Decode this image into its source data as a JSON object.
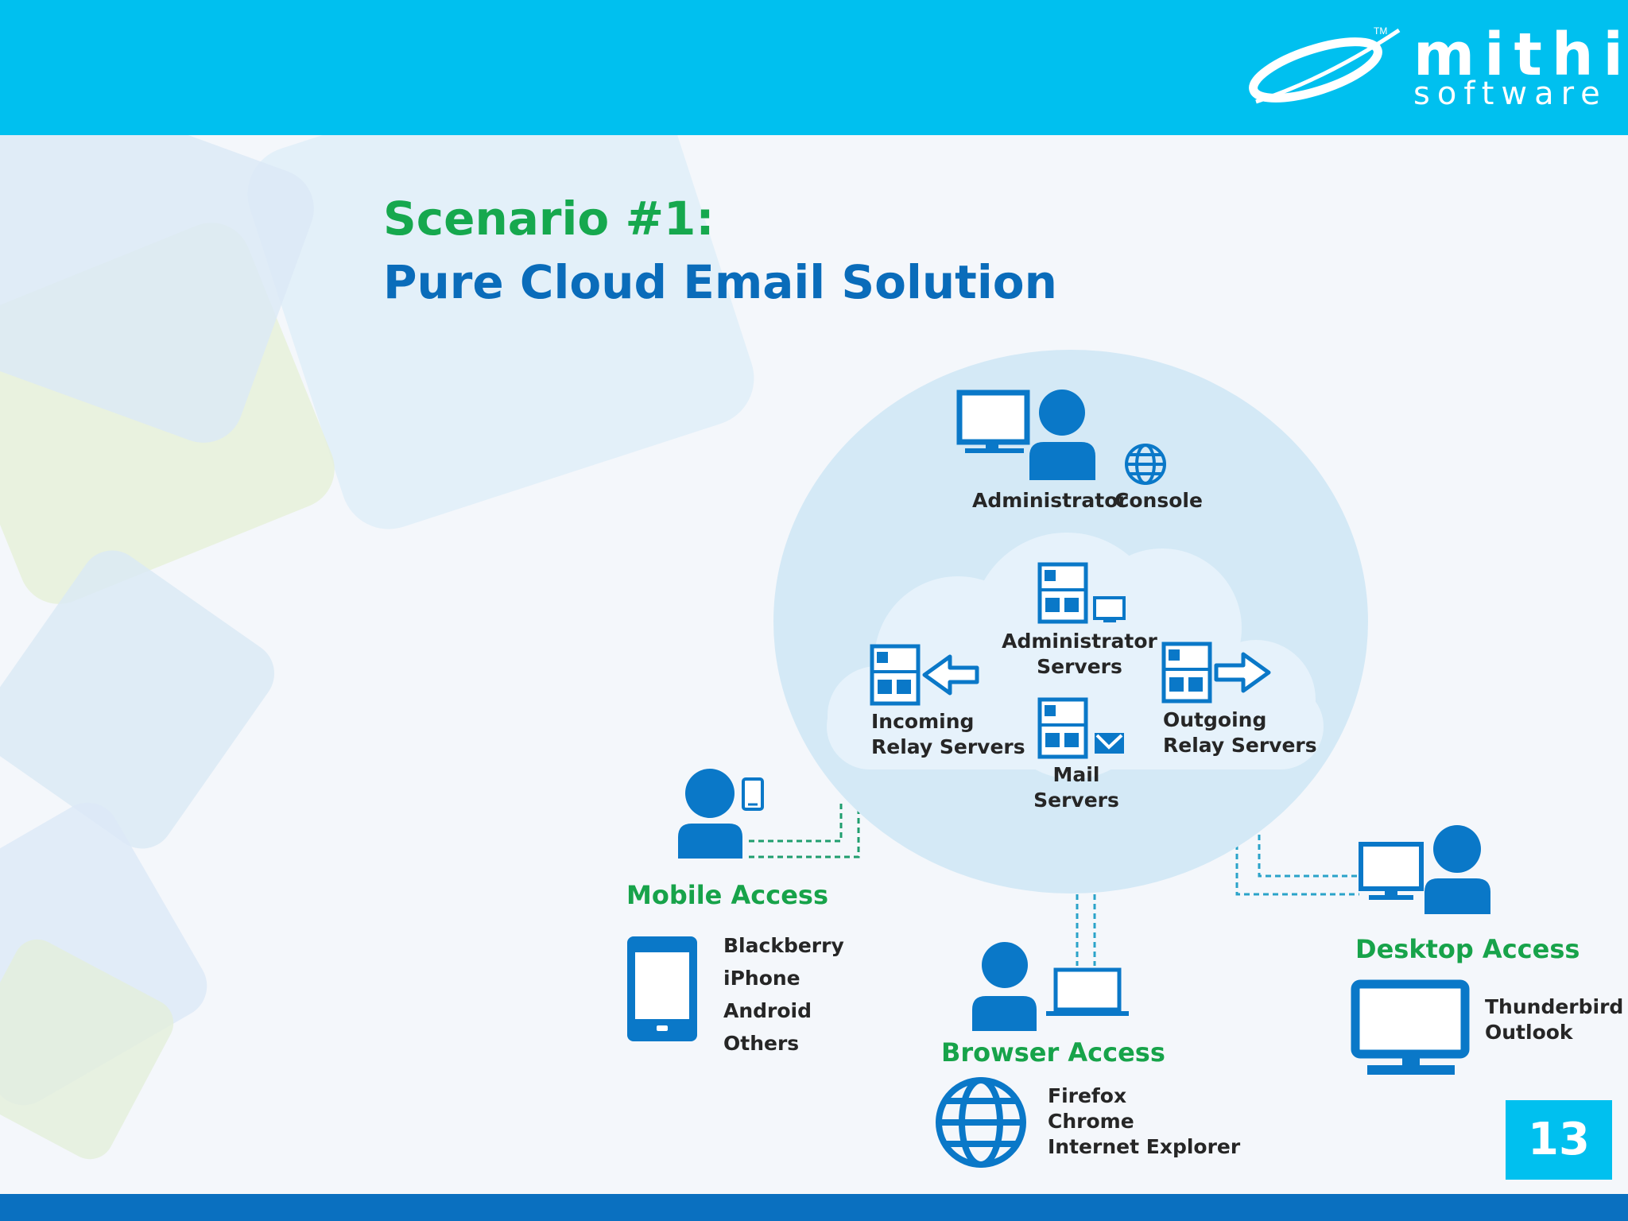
{
  "brand": {
    "name": "mithi",
    "sub": "software",
    "tm": "TM",
    "header_color": "#00c0ef",
    "footer_color": "#0a70c0"
  },
  "title": {
    "line1": "Scenario #1:",
    "line2": "Pure Cloud Email Solution",
    "line1_color": "#16a84e",
    "line2_color": "#0a6cba"
  },
  "cloud": {
    "admin_console": {
      "label_a": "Administrator",
      "label_b": "Console"
    },
    "admin_servers": {
      "line1": "Administrator",
      "line2": "Servers"
    },
    "incoming": {
      "line1": "Incoming",
      "line2": "Relay Servers"
    },
    "outgoing": {
      "line1": "Outgoing",
      "line2": "Relay Servers"
    },
    "mail": {
      "line1": "Mail",
      "line2": "Servers"
    }
  },
  "access": {
    "mobile": {
      "title": "Mobile Access",
      "items": [
        "Blackberry",
        "iPhone",
        "Android",
        "Others"
      ]
    },
    "browser": {
      "title": "Browser Access",
      "items": [
        "Firefox",
        "Chrome",
        "Internet Explorer"
      ]
    },
    "desktop": {
      "title": "Desktop Access",
      "items": [
        "Thunderbird",
        "Outlook"
      ]
    }
  },
  "icons": {
    "primary": "#0a78c8",
    "accent_green": "#17a34a",
    "names": [
      "monitor-icon",
      "person-icon",
      "globe-icon",
      "server-icon",
      "arrow-left-icon",
      "arrow-right-icon",
      "envelope-icon",
      "phone-icon",
      "laptop-icon"
    ]
  },
  "page": {
    "number": "13"
  }
}
